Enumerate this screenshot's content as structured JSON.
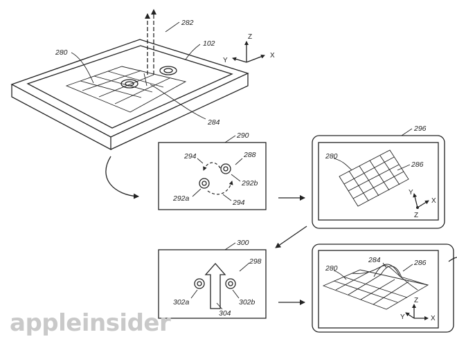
{
  "labels": {
    "l280a": "280",
    "l282": "282",
    "l102": "102",
    "l284a": "284",
    "l290": "290",
    "l294a": "294",
    "l288": "288",
    "l292b": "292b",
    "l292a": "292a",
    "l294b": "294",
    "l296": "296",
    "l280b": "280",
    "l286a": "286",
    "l300": "300",
    "l298": "298",
    "l302a": "302a",
    "l302b": "302b",
    "l304": "304",
    "l280c": "280",
    "l284b": "284",
    "l286b": "286"
  },
  "axes": {
    "main": {
      "z": "Z",
      "y": "Y",
      "x": "X"
    },
    "panel1": {
      "z": "Z",
      "y": "Y",
      "x": "X"
    },
    "panel2": {
      "z": "Z",
      "y": "Y",
      "x": "X"
    }
  },
  "watermark": "appleinsider"
}
